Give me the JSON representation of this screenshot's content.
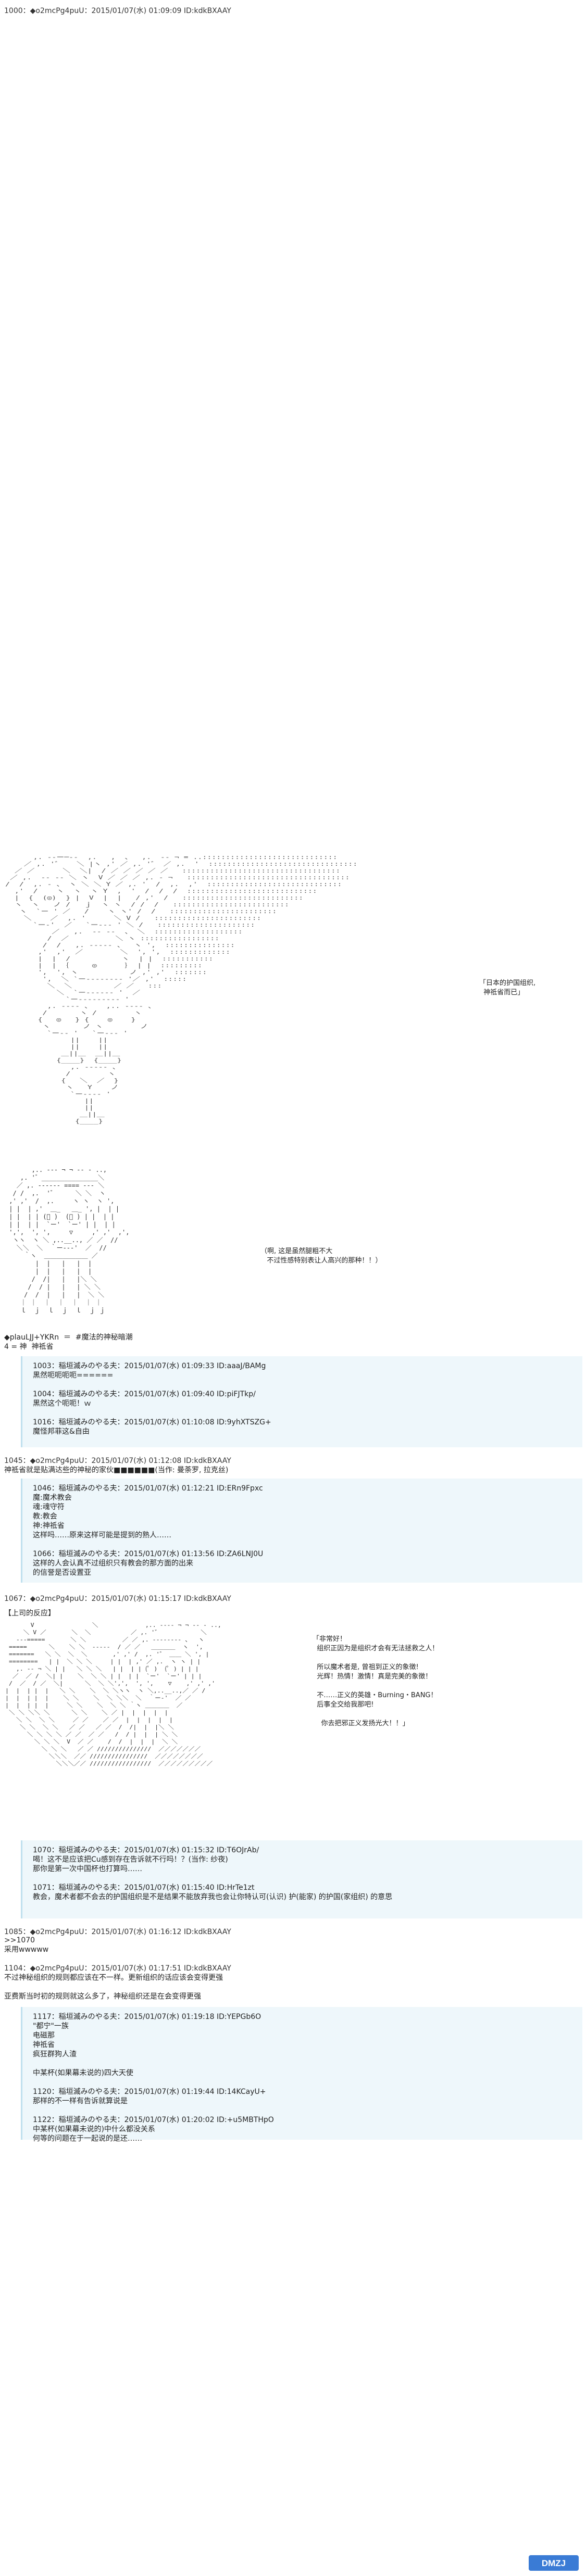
{
  "post_1000": {
    "header": "1000：◆o2mcPg4puU：2015/01/07(水) 01:09:09 ID:kdkBXAAY",
    "speech": "「日本的护国组织,\n  神祗省而已」"
  },
  "aa_big_1": "      ,. -‐ー─‐-  ,.   ,  、  ,.  -‐ ¬ = ..:::::::::::::::::::::::::::::\n    ／ ,. '゛   ＼ |ヽ ,' ／ ,. '゛ ／ ,.  '  ::::::::::::::::::::::::::::::::\n  ／ ／      ＼  ＼|  / ／ ／ ／ ／ ／   ::::::::::::::::::::::::::::::::::\n ／ ,.  ‐‐ ‐‐ ＼ ヽ  V ／ ／ ／ ,. ‐ ¬   :::::::::::::::::::::::::::::::::::\n/  /  ,. ‐ 、 ヽ ＼ ＼ Y ／ ,. '  /  ,.  ,'  :::::::::::::::::::::::::::::\n  ,'  /    ヽ  ヽ  ヽ Y  ,  '  /  /  /  ::::::::::::::::::::::::::::\n  |  {  (◎)  } |  V  |  |   / ,'  /   ::::::::::::::::::::::::::\n  ヽ  ヽ   ノ /   ｊ  ヽ ヽ  / /  /   :::::::::::::::::::::::::\n   ヽ  `ー ' ／   /    ヽ ヽ' /  /   :::::::::::::::::::::::\n    ＼    ／  ,. '      ＼ V /   :::::::::::::::::::::::\n      `ー‐'  ／   `ー‐‐‐ ' ＼ /   :::::::::::::::::::::\n          ／   ,.  ‐‐ ‐‐  、 ＼  :::::::::::::::::::\n         /  ／          ＼ ヽ :::::::::::::::::\n        /  /   ,. -‐‐‐- 、  ヽ ',  :::::::::::::::\n       ,'  ,'  ／        ＼  ', ',  :::::::::::::\n       |  |  /           ヽ  | |  :::::::::::\n       |  | ｛     ◎      ｝ | |  :::::::::\n       ',  ', ヽ           ノ ,' ,'  :::::::\n        ',  ＼ `ー‐‐‐‐‐‐‐‐ '／ ,'  :::::\n         ＼  ＼         ／ ／   :::\n           ＼  `ー‐‐‐‐‐‐ '  ／\n             `ー‐‐‐‐‐‐‐‐‐ '\n         ,. -‐‐‐ 、   ,.. -‐‐‐ 、\n        /       ヽ /        ヽ\n       {   ◎   } {    ◎    }\n        ヽ       ノ ヽ        ノ\n         `ー‐‐ '   `ー‐‐‐ '\n              ||    ||\n              ||    ||\n            ＿||＿  ＿||＿\n           {____}  {____}\n              ,. -‐‐‐‐ 、\n             /        ヽ\n            {   ＼  ／  }\n             ヽ   Y    ノ\n              `ー‐‐‐‐ '\n                 ||\n                 ||\n                ＿||＿\n               {____}",
  "post_1001_aa": {
    "speech": "「日本的护国组织,\n  神祗省而已」"
  },
  "aa_mid": "       ,.. -‐‐ ¬ ¬ ‐‐ - ..,\n    ,. '゛_______________＼\n   ／ ,. -‐‐‐‐‐ ==== ‐‐‐ ＼\n  / /  ,.  '゛     ＼ ＼  ヽ\n ,' ,'  /  ,.     ヽ ヽ  ヽ ',\n | |  | ,'  ＿_   ＿_ ', |  | |\n | |  | | (ﾟ )  (ﾟ ) | |  | |\n | |  | |  `ー'  `ー' | |  | |\n ',',  ', ',     ▽     ,' ,'  ,',\n  ヽヽ  ヽ ＼ ,..__.., ／ ／  //\n   ＼＼  ＼  ｀ー‐‐‐'  ／  //\n     ｀ヽ  ＿＿＿＿＿＿＿ ／\n        |  |   |   |  |\n        |  |   |   |  |\n       /  /|   |   |＼ ＼\n      /  / |   |   | ＼ ＼\n     /  /  |   |   |  ＼ ＼\n    ｜ ｜  ｜  ｜  ｜  ｜ ｜\n    ｌ  ｊ  ｌ  ｊ  ｌ  ｊ ｊ",
  "speech_mid": "（啊, 这是虽然腿粗不大\n   不过性感特别表让人高兴的那种！！）",
  "post_stripe": {
    "header": "◆plauLJJ+YKRn  ＝  #魔法的神秘暗潮\n4 = 神  神祗省"
  },
  "quote1": {
    "lines": [
      "1003：稲垣滅みのやる夫：2015/01/07(水) 01:09:33 ID:aaaJ/BAMg",
      "黒然呃呃呃呃======",
      "",
      "1004：稲垣滅みのやる夫：2015/01/07(水) 01:09:40 ID:piFJTkp/",
      "黒然这个呃呃！ｗ",
      "",
      "1016：稲垣滅みのやる夫：2015/01/07(水) 01:10:08 ID:9yhXTSZG+",
      "魔怪邦菲这&自由"
    ]
  },
  "post_1045": {
    "header": "1045：◆o2mcPg4puU：2015/01/07(水) 01:12:08 ID:kdkBXAAY",
    "text": "神祗省就是贴满达些的神秘的家伙■■■■■■(当作: 曼荼罗, 拉克丝)"
  },
  "quote2": {
    "lines": [
      "1046：稲垣滅みのやる夫：2015/01/07(水) 01:12:21 ID:ERn9Fpxc",
      "魔:魔术教会",
      "魂:魂守符",
      "教:教会",
      "神:神祗省",
      "这样吗……原来这样可能是提到的熟人……",
      "",
      "1066：稲垣滅みのやる夫：2015/01/07(水) 01:13:56 ID:ZA6LNJ0U",
      "这样的人会认真不过组织只有教会的那方面的出来",
      "的信誉是否设置亚"
    ]
  },
  "post_1067": {
    "header": "1067：◆o2mcPg4puU：2015/01/07(水) 01:15:17 ID:kdkBXAAY",
    "note": "【上司的反应】"
  },
  "speech_1067": "「非常好！\n  组织正因为是组织才会有无法拯救之人！\n\n  所以魔术者是, 曾祖到正义的象徴!\n  光辉！热情！激情！真是完美的象徴！\n\n  不……正义的英雄・Burning・BANG！\n  后事全交给我那吧!\n\n    你去把邪正义发扬光大！！」",
  "aa_big_2": "       V                ＼             ,.. -‐‐‐ ¬ ¬ ‐‐ - ..,\n     ＼ V ／       ＼  ＼           ／ ,. '゛           ＼\n   ‐‐‐=====       ＼ ＼          ／ ／ ,. -‐‐‐‐‐‐‐ 、  ヽ\n =====      ＼    ＼ ＼  ‐‐‐‐‐  / ／ ／   ＿＿＿＿  ヽ  ',\n =======   ＼ ＼  ＼  ＼       ,' ,' /  ,. '゛ ＿＿ ＼ ', |\n ========   | |  ＼ ＼ ＼     | |  | ,' ／ ,.  ヽ ヽ | |\n   ,. -‐ ¬ ＼ | |   ＼ ＼ ＼   | |  | | (ﾟ )  (ﾟ ) | | |\n  ／  ／ /  ＼| |    ＼  ＼ ＼ | |  | |  `ー'  `ー' | | |\n /  ／  / ／  ＼|      ＼  ＼ ＼',',  ', ',    ▽    ,' ,' ,'\n|  |  | |  |   ＼ ＼    ＼  ＼ ＼ヽヽ  ヽ ＼,..__..,／ ／ /\n|  |  | |  |    ＼ ＼    ＼  ＼ ＼＼  ＼  ｀ー‐'  ／ ／\n|  |  | |  |     ＼ ＼    ＼  ＼ ＼ ｀ヽ ＿＿＿＿  ／\n ＼ ＼ ＼＼ ＼      ＼ ＼    ＼ ／ |  |  |  |  |\n   ＼ ＼  ＼ ＼     ／ ／    ／ ／  |  |  |  |  |\n    ＼ ＼  ＼ ＼   ／ ／   ／ ／  /  /|  |  |＼ ＼\n      ＼ ＼ ＼ ＼ ／ ／  ／ ／   /  / |  |  | ＼ ＼\n        ＼ ＼ ＼  V  ／ ／    /  /  |  |  |  ＼ ＼\n          ＼ ＼ ＼   ／ ／ ///////////////  ／／／／／／／\n            ＼＼＼  ／／ ////////////////  ／／／／／／／／\n              ＼＼＼／／ /////////////////  ／／／／／／／／／",
  "quote3": {
    "lines": [
      "1070：稲垣滅みのやる夫：2015/01/07(水) 01:15:32 ID:T6OJrAb/",
      "喝！这不是应该把Cu感到存在告诉就不行吗！？(当作: 纱夜)",
      "那你是第一次中国杯也打算吗……",
      "",
      "1071：稲垣滅みのやる夫：2015/01/07(水) 01:15:40 ID:HrTe1zt",
      "教会，魔术者都不会去的护国组织是不是结果不能放弃我也会让你特认可(认识) 护(能家) 的护国(家组织) 的意思"
    ]
  },
  "post_1085": {
    "header": "1085：◆o2mcPg4puU：2015/01/07(水) 01:16:12 ID:kdkBXAAY",
    "text": ">>1070\n采用wwwww"
  },
  "post_1104": {
    "header": "1104：◆o2mcPg4puU：2015/01/07(水) 01:17:51 ID:kdkBXAAY",
    "text": "不过神秘组织的规则都应该在不一样。更新组织的话应该会变得更强\n\n亚费斯当时初的规则就这么多了，神秘组织还是在会变得更强"
  },
  "quote4": {
    "lines": [
      "1117：稲垣滅みのやる夫：2015/01/07(水) 01:19:18 ID:YEPGb6O",
      "\"都宁\"一族",
      "电磁那",
      "神祗省",
      "疯狂群狗人渣",
      "",
      "中某杯(如果幕未说的)四大天使",
      "",
      "1120：稲垣滅みのやる夫：2015/01/07(水) 01:19:44 ID:14KCayU+",
      "那样的不一样有告诉就算说是",
      "",
      "1122：稲垣滅みのやる夫：2015/01/07(水) 01:20:02 ID:+u5MBTHpO",
      "中某杯(如果幕未说的)中什么都没关系",
      "何等的问题在于一起说的是还……"
    ]
  },
  "watermark": "DMZJ"
}
